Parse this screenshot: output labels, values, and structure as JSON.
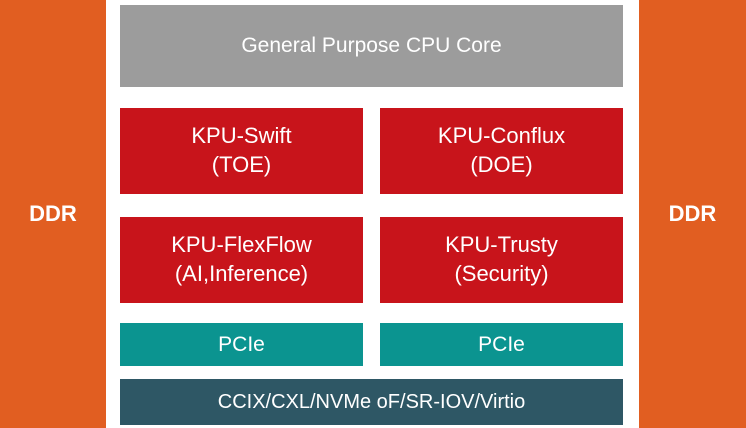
{
  "ddr_left": {
    "label": "DDR"
  },
  "ddr_right": {
    "label": "DDR"
  },
  "cpu": {
    "label": "General Purpose CPU Core"
  },
  "kpu_blocks": [
    {
      "name": "KPU-Swift",
      "sub": "(TOE)"
    },
    {
      "name": "KPU-Conflux",
      "sub": "(DOE)"
    },
    {
      "name": "KPU-FlexFlow",
      "sub": "(AI,Inference)"
    },
    {
      "name": "KPU-Trusty",
      "sub": "(Security)"
    }
  ],
  "pcie": [
    {
      "label": "PCIe"
    },
    {
      "label": "PCIe"
    }
  ],
  "bus": {
    "label": "CCIX/CXL/NVMe oF/SR-IOV/Virtio"
  },
  "colors": {
    "ddr": "#e15e21",
    "cpu": "#9c9c9c",
    "kpu": "#c8141b",
    "pcie": "#0b9490",
    "bus": "#2e5765"
  }
}
